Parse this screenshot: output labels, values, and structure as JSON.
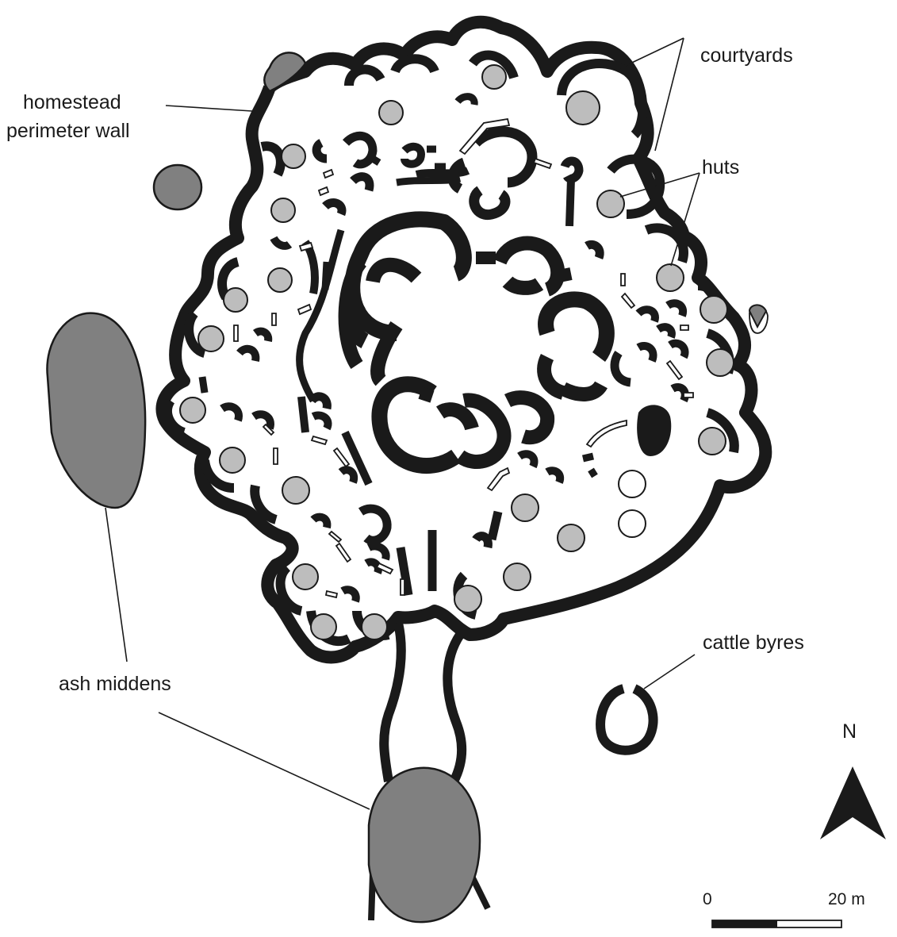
{
  "labels": {
    "courtyards": "courtyards",
    "homestead_line1": "homestead",
    "homestead_line2": "perimeter wall",
    "huts": "huts",
    "ash_middens": "ash middens",
    "cattle_byres": "cattle byres"
  },
  "north_arrow": {
    "letter": "N"
  },
  "scale_bar": {
    "start_label": "0",
    "end_label": "20 m"
  },
  "colors": {
    "wall": "#1a1a1a",
    "hut_fill": "#bdbdbd",
    "midden_fill": "#808080",
    "background": "#ffffff"
  }
}
